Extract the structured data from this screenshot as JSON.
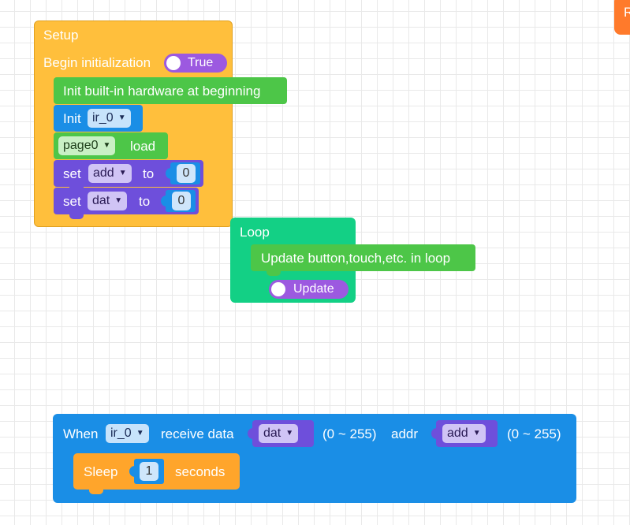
{
  "colors": {
    "setup": "#ffbf3c",
    "green": "#4dc648",
    "blue": "#1a8ee6",
    "purple": "#6e4fdb",
    "loop": "#13d085",
    "toggle": "#9c59e0",
    "sleep": "#ffa52b",
    "corner_button": "#ff7a2b"
  },
  "corner_button": {
    "label": "R"
  },
  "setup": {
    "title": "Setup",
    "begin_label": "Begin initialization",
    "toggle_label": "True",
    "init_hw": "Init built-in hardware at beginning",
    "init_label": "Init",
    "init_device": "ir_0",
    "page_value": "page0",
    "page_action": "load",
    "set1": {
      "set": "set",
      "var": "add",
      "to": "to",
      "value": "0"
    },
    "set2": {
      "set": "set",
      "var": "dat",
      "to": "to",
      "value": "0"
    }
  },
  "loop": {
    "title": "Loop",
    "update_text": "Update button,touch,etc. in loop",
    "toggle_label": "Update"
  },
  "event": {
    "when": "When",
    "device": "ir_0",
    "receive": "receive data",
    "data_var": "dat",
    "range1": "(0 ~ 255)",
    "addr": "addr",
    "addr_var": "add",
    "range2": "(0 ~ 255)",
    "sleep_label": "Sleep",
    "sleep_value": "1",
    "seconds": "seconds"
  }
}
